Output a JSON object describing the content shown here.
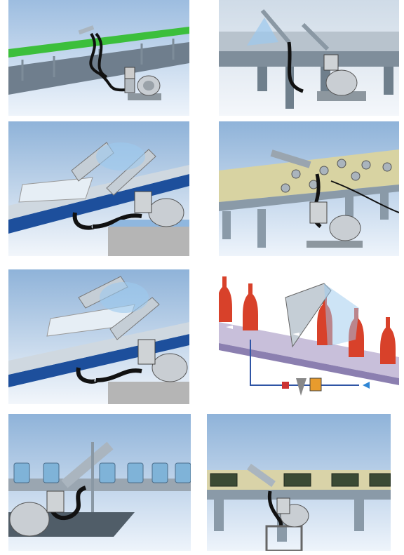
{
  "page": {
    "background": "#ffffff",
    "layout": "grid-4x2"
  },
  "panels": [
    {
      "id": "p1",
      "scene": "blower-air-knife-over-green-conveyor-rail",
      "icon": "blower-icon"
    },
    {
      "id": "p2",
      "scene": "blower-air-knife-over-belt-with-spray",
      "icon": "blower-icon"
    },
    {
      "id": "p3",
      "scene": "twin-air-knives-over-sheet-conveyor",
      "icon": "blower-icon"
    },
    {
      "id": "p4",
      "scene": "air-knife-over-nut-parts-conveyor",
      "icon": "blower-icon"
    },
    {
      "id": "p5",
      "scene": "twin-air-knives-over-sheet-conveyor-variant",
      "icon": "blower-icon"
    },
    {
      "id": "p6",
      "scene": "air-knife-drying-red-bottles",
      "icon": "filter-regulator-icon"
    },
    {
      "id": "p7",
      "scene": "air-knife-drying-blue-cans",
      "icon": "blower-icon"
    },
    {
      "id": "p8",
      "scene": "air-knife-over-circuit-board-conveyor",
      "icon": "blower-icon"
    }
  ],
  "colors": {
    "sky_top": "#8fb3d9",
    "sky_bottom": "#e9f1fa",
    "steel": "#8a9aa8",
    "steel_dark": "#4d5d6b",
    "belt": "#2a3a4f",
    "belt_blue": "#1d4f9c",
    "green_rail": "#3bbf3b",
    "hose": "#111111",
    "blower": "#c9ced3",
    "bottle_red": "#d8412a",
    "can_blue": "#7fb3d8",
    "tray": "#d9d3a8",
    "spray": "#9cc9ee"
  }
}
